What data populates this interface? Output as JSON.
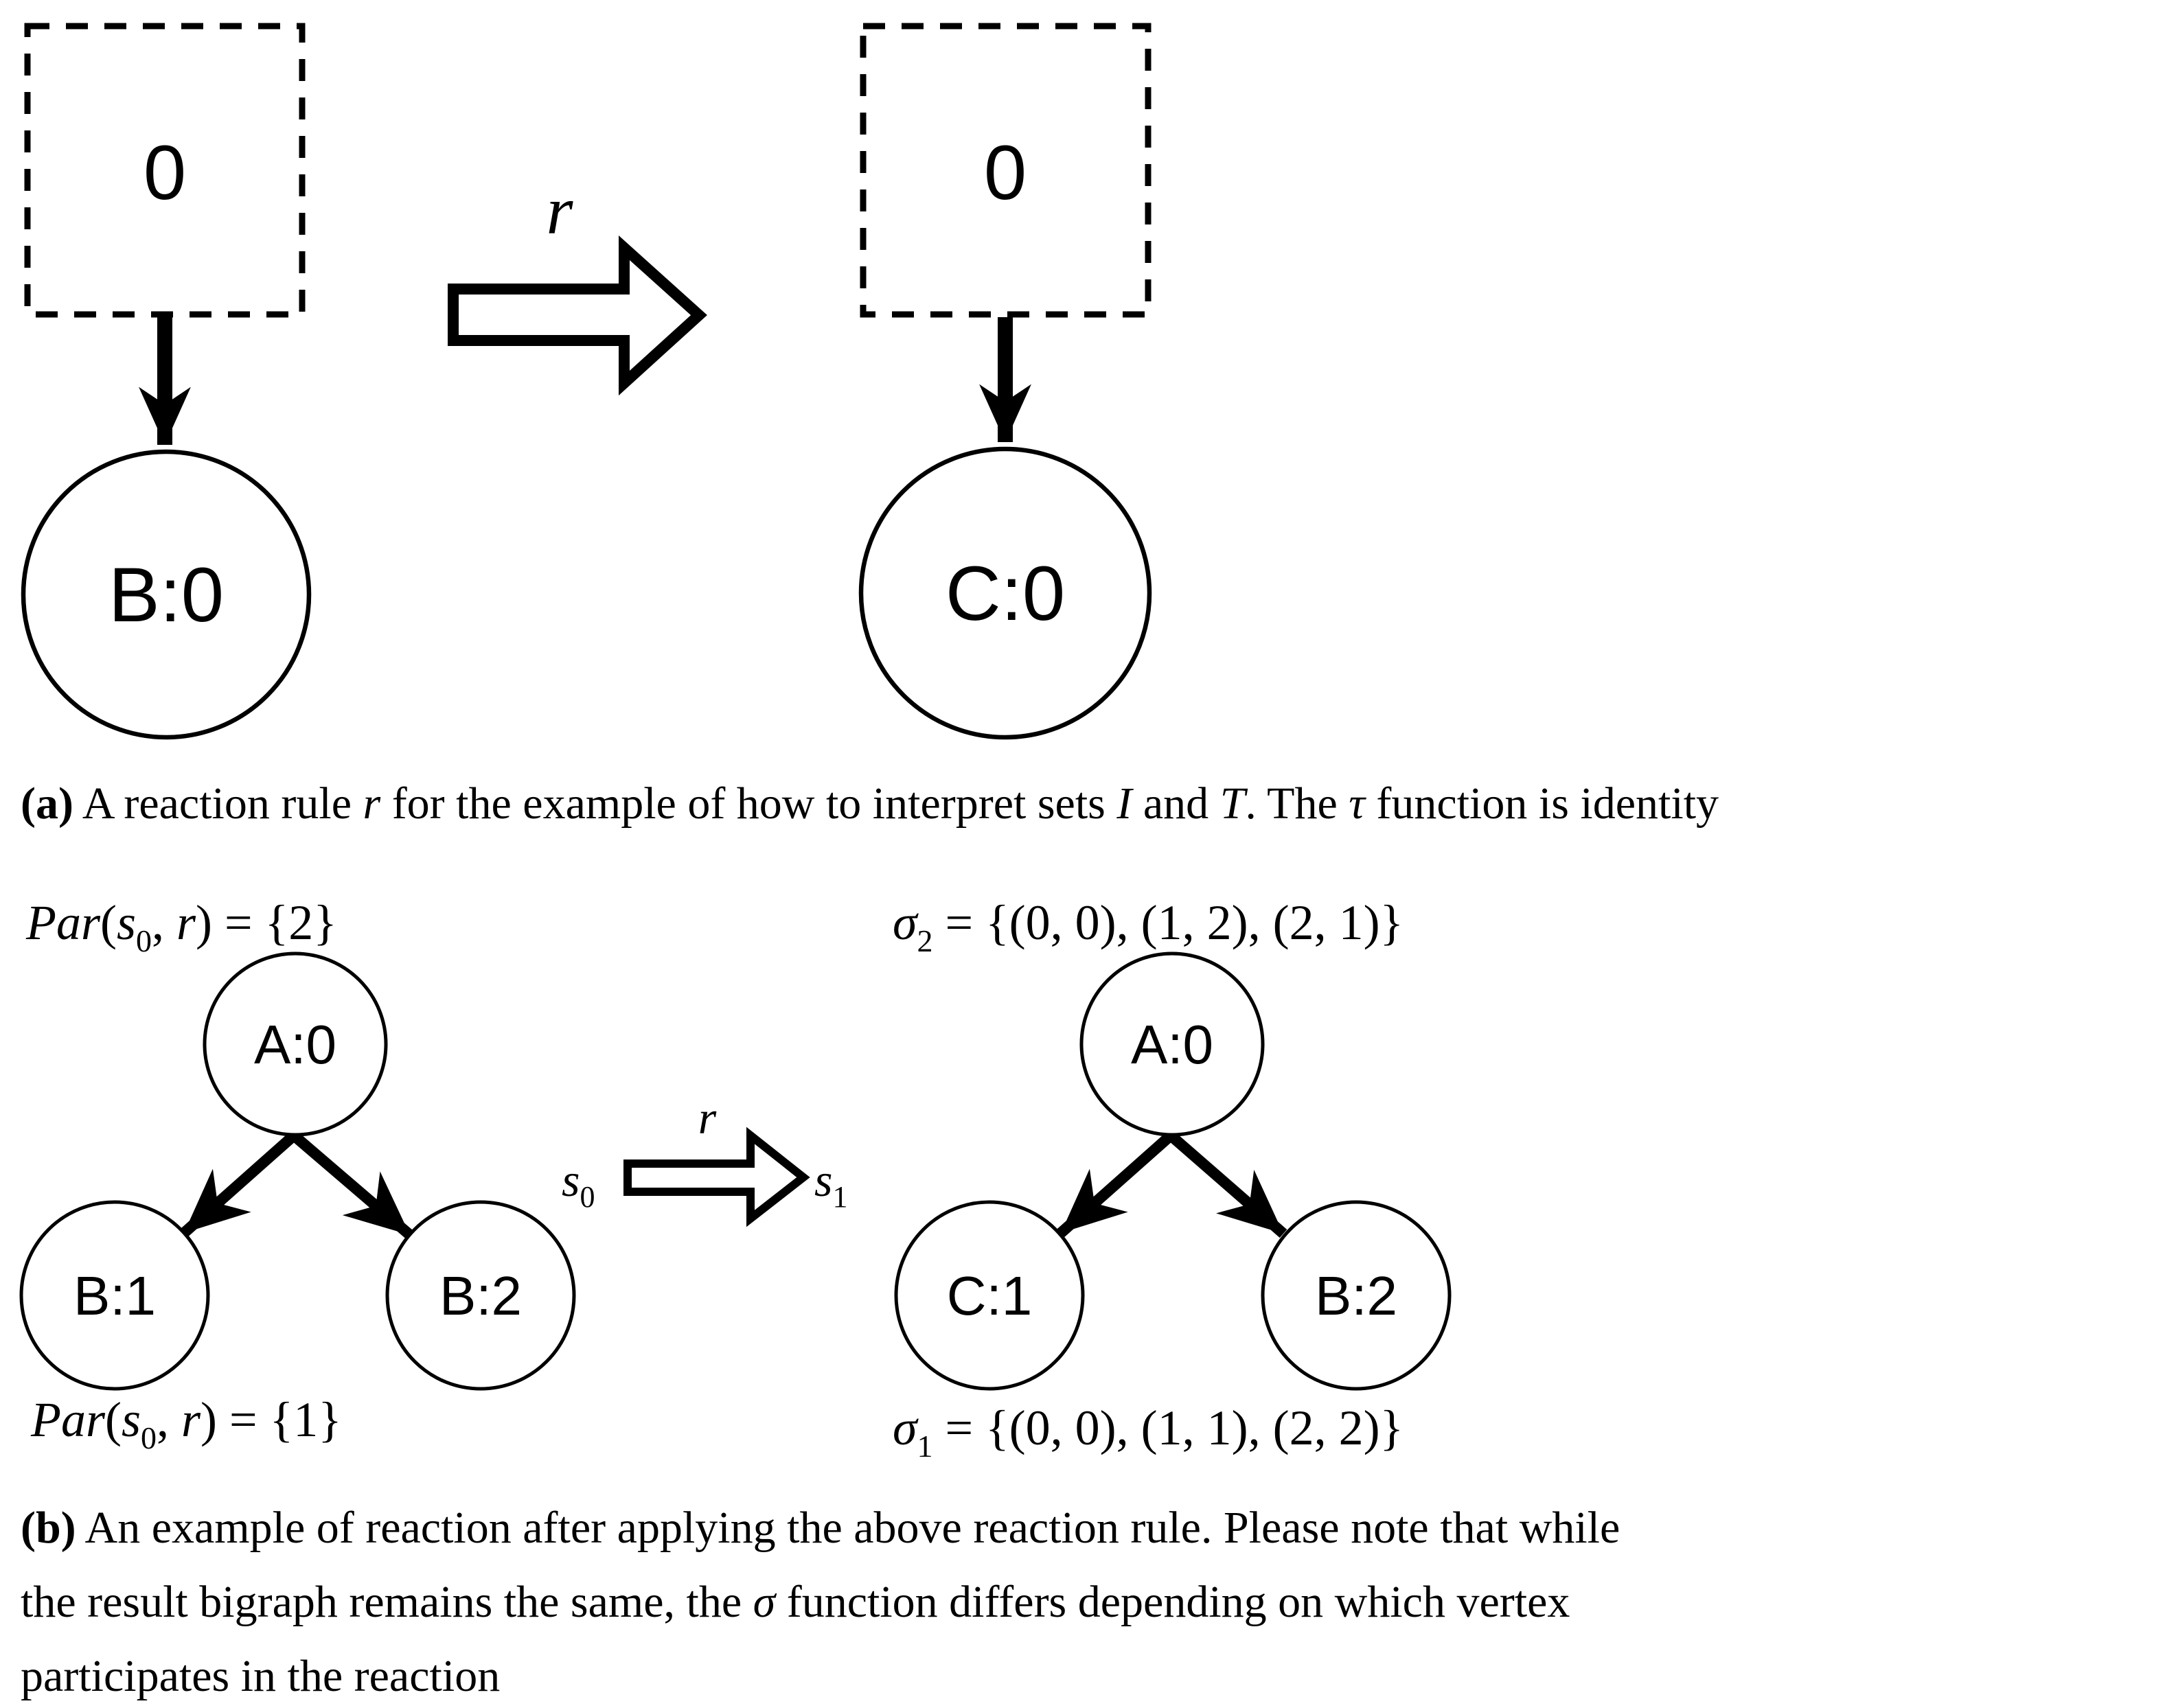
{
  "colors": {
    "ink": "#000000",
    "background": "#ffffff"
  },
  "part_a": {
    "left_site_label": "0",
    "right_site_label": "0",
    "left_node_label": "B:0",
    "right_node_label": "C:0",
    "rule_arrow_label": "r"
  },
  "caption_a": {
    "segments": [
      {
        "text": "(a)"
      },
      {
        "text": " A reaction rule "
      },
      {
        "text": "r"
      },
      {
        "text": " for the example of how to interpret sets "
      },
      {
        "text": "I"
      },
      {
        "text": " and "
      },
      {
        "text": "T"
      },
      {
        "text": ". The "
      },
      {
        "text": "τ"
      },
      {
        "text": " function is identity"
      }
    ]
  },
  "part_b": {
    "par_top": {
      "fn": "Par",
      "open": "(",
      "var": "s",
      "sub": "0",
      "sep": ", ",
      "arg2": "r",
      "rest": ") = {2}"
    },
    "par_bottom": {
      "fn": "Par",
      "open": "(",
      "var": "s",
      "sub": "0",
      "sep": ", ",
      "arg2": "r",
      "rest": ") = {1}"
    },
    "sigma_top": {
      "sym": "σ",
      "sub": "2",
      "rest": " = {(0, 0), (1, 2), (2, 1)}"
    },
    "sigma_bottom": {
      "sym": "σ",
      "sub": "1",
      "rest": " = {(0, 0), (1, 1), (2, 2)}"
    },
    "tree_before": {
      "root": "A:0",
      "left_child": "B:1",
      "right_child": "B:2"
    },
    "tree_after": {
      "root": "A:0",
      "left_child": "C:1",
      "right_child": "B:2"
    },
    "transition": {
      "source_base": "s",
      "source_sub": "0",
      "rule_label": "r",
      "target_base": "s",
      "target_sub": "1"
    }
  },
  "caption_b": {
    "line1": [
      {
        "text": "(b)"
      },
      {
        "text": " An example of reaction after applying the above reaction rule. Please note that while"
      }
    ],
    "line2": [
      {
        "text": "the result bigraph remains the same, the "
      },
      {
        "text": "σ"
      },
      {
        "text": " function differs depending on which vertex"
      }
    ],
    "line3": [
      {
        "text": "participates in the reaction"
      }
    ]
  },
  "icons": {
    "rule_arrow": "block-arrow-right",
    "parent_edge_arrow": "stealth-arrowhead"
  }
}
